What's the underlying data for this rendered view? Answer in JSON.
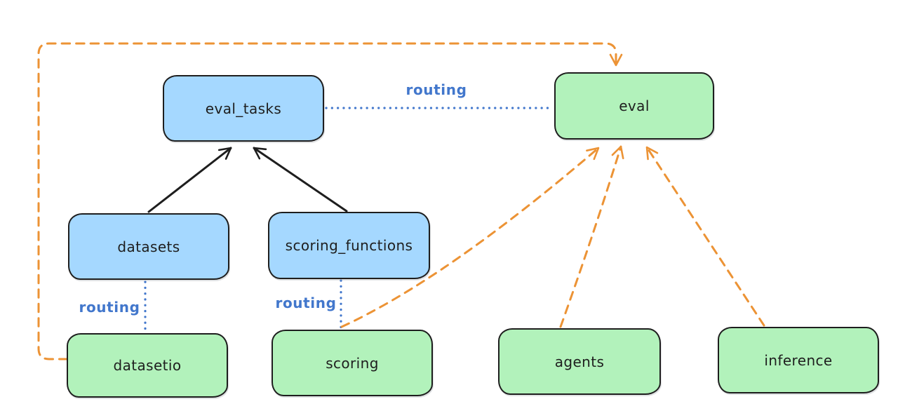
{
  "diagram": {
    "nodes": [
      {
        "id": "eval_tasks",
        "label": "eval_tasks",
        "fill": "#a5d8ff"
      },
      {
        "id": "eval",
        "label": "eval",
        "fill": "#b2f2bb"
      },
      {
        "id": "datasets",
        "label": "datasets",
        "fill": "#a5d8ff"
      },
      {
        "id": "scoring_functions",
        "label": "scoring_functions",
        "fill": "#a5d8ff"
      },
      {
        "id": "datasetio",
        "label": "datasetio",
        "fill": "#b2f2bb"
      },
      {
        "id": "scoring",
        "label": "scoring",
        "fill": "#b2f2bb"
      },
      {
        "id": "agents",
        "label": "agents",
        "fill": "#b2f2bb"
      },
      {
        "id": "inference",
        "label": "inference",
        "fill": "#b2f2bb"
      }
    ],
    "edge_labels": [
      {
        "id": "routing-eval_tasks-eval",
        "text": "routing"
      },
      {
        "id": "routing-datasets-datasetio",
        "text": "routing"
      },
      {
        "id": "routing-scoring_functions-scoring",
        "text": "routing"
      }
    ],
    "edges": [
      {
        "from": "datasets",
        "to": "eval_tasks",
        "style": "solid-black-arrow"
      },
      {
        "from": "scoring_functions",
        "to": "eval_tasks",
        "style": "solid-black-arrow"
      },
      {
        "from": "eval_tasks",
        "to": "eval",
        "style": "blue-dotted",
        "label": "routing"
      },
      {
        "from": "datasets",
        "to": "datasetio",
        "style": "blue-dotted",
        "label": "routing"
      },
      {
        "from": "scoring_functions",
        "to": "scoring",
        "style": "blue-dotted",
        "label": "routing"
      },
      {
        "from": "datasetio",
        "to": "eval",
        "style": "orange-dashed-arrow"
      },
      {
        "from": "scoring",
        "to": "eval",
        "style": "orange-dashed-arrow"
      },
      {
        "from": "agents",
        "to": "eval",
        "style": "orange-dashed-arrow"
      },
      {
        "from": "inference",
        "to": "eval",
        "style": "orange-dashed-arrow"
      }
    ],
    "colors": {
      "node_stroke": "#1e1e1e",
      "blue_fill": "#a5d8ff",
      "green_fill": "#b2f2bb",
      "routing_blue": "#4277cc",
      "orange_dash": "#ec9335",
      "black_arrow": "#1e1e1e",
      "background": "#ffffff"
    }
  }
}
